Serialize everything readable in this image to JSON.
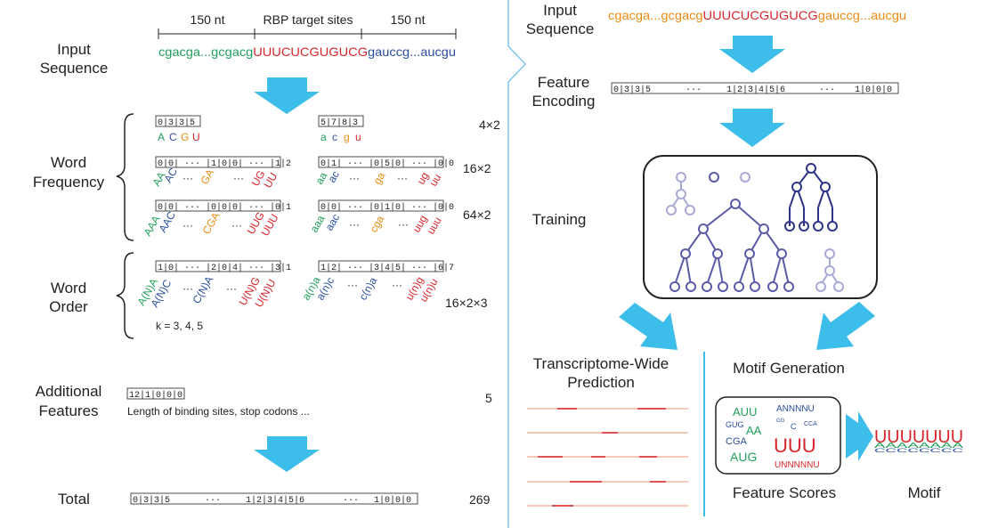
{
  "colors": {
    "arrow": "#3dbde9",
    "divider": "#7fc6e8",
    "green": "#21a05a",
    "blue": "#2a4fa0",
    "orange": "#e88c12",
    "red": "#d7262b",
    "tree": "#5b5ba8",
    "tree_dark": "#2e3588",
    "tree_light": "#a9a9d4",
    "pred_line": "#f0b7a1",
    "pred_hit": "#d7262b"
  },
  "left": {
    "input_label": [
      "Input",
      "Sequence"
    ],
    "dim_left": "150 nt",
    "dim_mid": "RBP target sites",
    "dim_right": "150 nt",
    "seq_flank_left": "cgacga...gcgacg",
    "seq_core": "UUUCUCGUGUCG",
    "seq_flank_right": "gauccg...aucgu",
    "word_freq_label": [
      "Word",
      "Frequency"
    ],
    "k1_vec_up": "0|3|3|5",
    "k1_vec_low": "5|7|8|3",
    "k1_upper": [
      "A",
      "C",
      "G",
      "U"
    ],
    "k1_lower": [
      "a",
      "c",
      "g",
      "u"
    ],
    "k1_dim": "4×2",
    "k2_vec_up": "0|0| ··· |1|0|0| ··· |1|2",
    "k2_vec_low": "0|1| ··· |0|5|0| ··· |0|0",
    "k2_kmers_up": [
      "AA",
      "AC",
      "···",
      "GA",
      "···",
      "UG",
      "UU"
    ],
    "k2_kmers_low": [
      "aa",
      "ac",
      "···",
      "ga",
      "···",
      "ug",
      "uu"
    ],
    "k2_dim": "16×2",
    "k3_vec_up": "0|0| ··· |0|0|0| ··· |0|1",
    "k3_vec_low": "0|0| ··· |0|1|0| ··· |0|0",
    "k3_kmers_up": [
      "AAA",
      "AAC",
      "···",
      "CGA",
      "···",
      "UUG",
      "UUU"
    ],
    "k3_kmers_low": [
      "aaa",
      "aac",
      "···",
      "cga",
      "···",
      "uug",
      "uuu"
    ],
    "k3_dim": "64×2",
    "word_order_label": [
      "Word",
      "Order"
    ],
    "wo_vec_up": "1|0| ··· |2|0|4| ··· |3|1",
    "wo_vec_low": "1|2| ··· |3|4|5| ··· |6|7",
    "wo_kmers_up": [
      "A(N)A",
      "A(N)C",
      "···",
      "C(N)A",
      "···",
      "U(N)G",
      "U(N)U"
    ],
    "wo_kmers_low": [
      "a(n)a",
      "a(n)c",
      "···",
      "c(n)a",
      "···",
      "u(n)g",
      "u(n)u"
    ],
    "wo_k": "k = 3, 4, 5",
    "wo_dim": "16×2×3",
    "additional_label": [
      "Additional",
      "Features"
    ],
    "add_vec": "12|1|0|0|0",
    "add_text": "Length of binding sites, stop codons ...",
    "add_dim": "5",
    "total_label": "Total",
    "total_vec_a": "0|3|3|5",
    "total_vec_b": "···",
    "total_vec_c": "1|2|3|4|5|6",
    "total_vec_d": "···",
    "total_vec_e": "1|0|0|0",
    "total_dim": "269"
  },
  "right": {
    "input_label": [
      "Input",
      "Sequence"
    ],
    "seq_flank_left": "cgacga...gcgacg",
    "seq_core": "UUUCUCGUGUCG",
    "seq_flank_right": "gauccg...aucgu",
    "encoding_label": [
      "Feature",
      "Encoding"
    ],
    "enc_vec_a": "0|3|3|5",
    "enc_vec_b": "···",
    "enc_vec_c": "1|2|3|4|5|6",
    "enc_vec_d": "···",
    "enc_vec_e": "1|0|0|0",
    "training_label": "Training",
    "prediction_label": [
      "Transcriptome-Wide",
      "Prediction"
    ],
    "motif_gen_label": "Motif Generation",
    "feature_scores_label": "Feature Scores",
    "motif_label": "Motif",
    "score_words": [
      "AUU",
      "GUG",
      "AA",
      "CGA",
      "AUG",
      "ANNNNU",
      "GG",
      "C",
      "CCA",
      "UUU",
      "UNNNNNU"
    ],
    "logo_top": "UUUUUUU",
    "logo_mid": "AAAAAAAA",
    "logo_bot": "CCCCCCCC"
  }
}
